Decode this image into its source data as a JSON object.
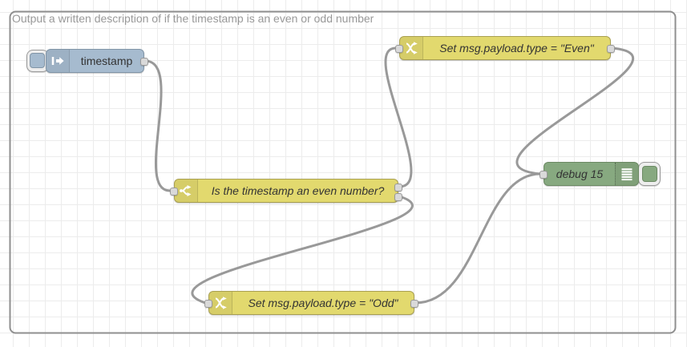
{
  "canvas": {
    "comment": "Output a written description of if the timestamp is an even or odd number",
    "grid_size": 20,
    "colors": {
      "background": "#ffffff",
      "grid_line": "#ececec",
      "border": "#8f8f8f",
      "wire": "#999999",
      "inject_node": "#a6bbcf",
      "function_node": "#e2d96e",
      "debug_node": "#87a980",
      "port_fill": "#d9d9d9",
      "port_border": "#999999",
      "label_text": "#333333",
      "comment_text": "#999999"
    }
  },
  "nodes": {
    "inject": {
      "label": "timestamp",
      "type": "inject",
      "icon": "inject-arrow-icon"
    },
    "switch": {
      "label": "Is the timestamp an even number?",
      "type": "switch",
      "icon": "switch-fork-icon",
      "outputs": 2
    },
    "change_even": {
      "label": "Set msg.payload.type = \"Even\"",
      "type": "change",
      "icon": "shuffle-icon"
    },
    "change_odd": {
      "label": "Set msg.payload.type = \"Odd\"",
      "type": "change",
      "icon": "shuffle-icon"
    },
    "debug": {
      "label": "debug 15",
      "type": "debug",
      "icon": "debug-list-icon"
    }
  },
  "wires": [
    {
      "from": "inject",
      "to": "switch"
    },
    {
      "from": "switch.out1",
      "to": "change_even"
    },
    {
      "from": "switch.out2",
      "to": "change_odd"
    },
    {
      "from": "change_odd",
      "to": "debug"
    },
    {
      "from": "change_even",
      "to": "debug"
    }
  ]
}
